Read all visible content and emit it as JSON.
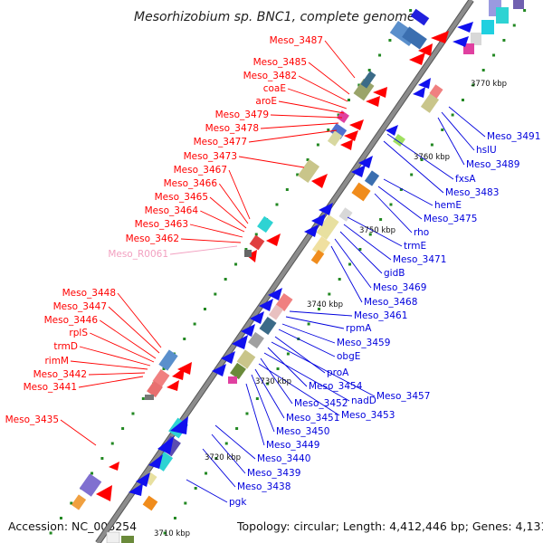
{
  "title": "Mesorhizobium sp. BNC1, complete genome",
  "accession": "Accession: NC_008254",
  "summary": "Topology: circular; Length: 4,412,446 bp; Genes: 4,131",
  "colors": {
    "backbone": "#8c8c8c",
    "forward_strand": "#ff0000",
    "reverse_strand": "#0000dd",
    "rna_label": "#f2a0c0",
    "tick": "#228822"
  },
  "scale_ticks": [
    "3710 kbp",
    "3720 kbp",
    "3730 kbp",
    "3740 kbp",
    "3750 kbp",
    "3760 kbp",
    "3770 kbp"
  ],
  "left_labels": [
    {
      "text": "Meso_3487",
      "strand": "forward"
    },
    {
      "text": "Meso_3485",
      "strand": "forward"
    },
    {
      "text": "Meso_3482",
      "strand": "forward"
    },
    {
      "text": "coaE",
      "strand": "forward"
    },
    {
      "text": "aroE",
      "strand": "forward"
    },
    {
      "text": "Meso_3479",
      "strand": "forward"
    },
    {
      "text": "Meso_3478",
      "strand": "forward"
    },
    {
      "text": "Meso_3477",
      "strand": "forward"
    },
    {
      "text": "Meso_3473",
      "strand": "forward"
    },
    {
      "text": "Meso_3467",
      "strand": "forward"
    },
    {
      "text": "Meso_3466",
      "strand": "forward"
    },
    {
      "text": "Meso_3465",
      "strand": "forward"
    },
    {
      "text": "Meso_3464",
      "strand": "forward"
    },
    {
      "text": "Meso_3463",
      "strand": "forward"
    },
    {
      "text": "Meso_3462",
      "strand": "forward"
    },
    {
      "text": "Meso_R0061",
      "strand": "rna"
    },
    {
      "text": "Meso_3448",
      "strand": "forward"
    },
    {
      "text": "Meso_3447",
      "strand": "forward"
    },
    {
      "text": "Meso_3446",
      "strand": "forward"
    },
    {
      "text": "rplS",
      "strand": "forward"
    },
    {
      "text": "trmD",
      "strand": "forward"
    },
    {
      "text": "rimM",
      "strand": "forward"
    },
    {
      "text": "Meso_3442",
      "strand": "forward"
    },
    {
      "text": "Meso_3441",
      "strand": "forward"
    },
    {
      "text": "Meso_3435",
      "strand": "forward"
    }
  ],
  "right_labels": [
    {
      "text": "Meso_3491",
      "strand": "reverse"
    },
    {
      "text": "hslU",
      "strand": "reverse"
    },
    {
      "text": "Meso_3489",
      "strand": "reverse"
    },
    {
      "text": "fxsA",
      "strand": "reverse"
    },
    {
      "text": "Meso_3483",
      "strand": "reverse"
    },
    {
      "text": "hemE",
      "strand": "reverse"
    },
    {
      "text": "Meso_3475",
      "strand": "reverse"
    },
    {
      "text": "rho",
      "strand": "reverse"
    },
    {
      "text": "trmE",
      "strand": "reverse"
    },
    {
      "text": "Meso_3471",
      "strand": "reverse"
    },
    {
      "text": "gidB",
      "strand": "reverse"
    },
    {
      "text": "Meso_3469",
      "strand": "reverse"
    },
    {
      "text": "Meso_3468",
      "strand": "reverse"
    },
    {
      "text": "Meso_3461",
      "strand": "reverse"
    },
    {
      "text": "rpmA",
      "strand": "reverse"
    },
    {
      "text": "Meso_3459",
      "strand": "reverse"
    },
    {
      "text": "obgE",
      "strand": "reverse"
    },
    {
      "text": "proA",
      "strand": "reverse"
    },
    {
      "text": "Meso_3457",
      "strand": "reverse"
    },
    {
      "text": "Meso_3454",
      "strand": "reverse"
    },
    {
      "text": "nadD",
      "strand": "reverse"
    },
    {
      "text": "Meso_3452",
      "strand": "reverse"
    },
    {
      "text": "Meso_3453",
      "strand": "reverse"
    },
    {
      "text": "Meso_3451",
      "strand": "reverse"
    },
    {
      "text": "Meso_3450",
      "strand": "reverse"
    },
    {
      "text": "Meso_3449",
      "strand": "reverse"
    },
    {
      "text": "Meso_3440",
      "strand": "reverse"
    },
    {
      "text": "Meso_3439",
      "strand": "reverse"
    },
    {
      "text": "Meso_3438",
      "strand": "reverse"
    },
    {
      "text": "pgk",
      "strand": "reverse"
    }
  ]
}
